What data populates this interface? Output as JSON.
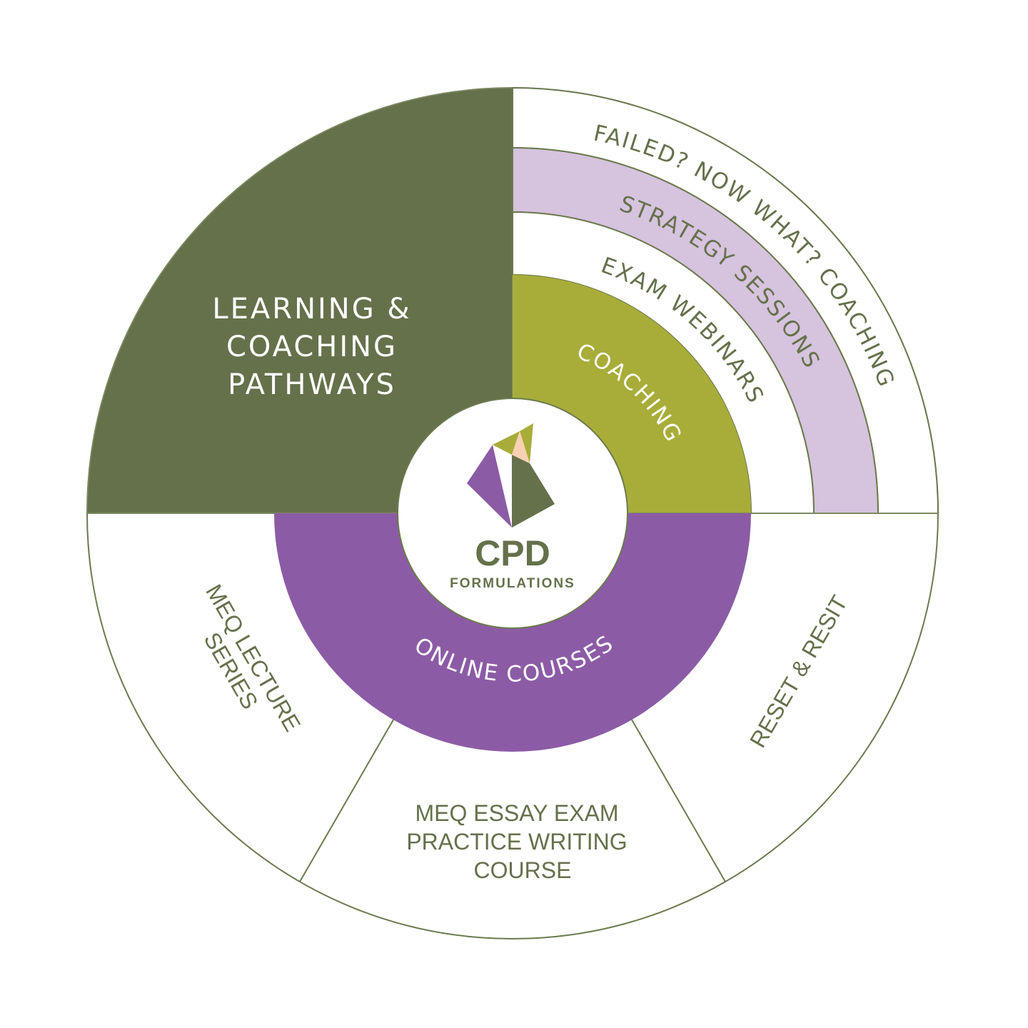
{
  "colors": {
    "dark_green": "#65714b",
    "olive": "#a8ad39",
    "purple": "#8c5ba6",
    "lilac": "#d6c3de",
    "peach": "#f8d0b3",
    "stroke": "#6b7a4e",
    "white": "#ffffff"
  },
  "title": {
    "lines": [
      "LEARNING &",
      "COACHING",
      "PATHWAYS"
    ]
  },
  "logo": {
    "name": "CPD",
    "subtitle": "FORMULATIONS"
  },
  "inner_ring": {
    "coaching": "COACHING",
    "online_courses": "ONLINE COURSES"
  },
  "coaching_rings": {
    "exam_webinars": "EXAM WEBINARS",
    "strategy_sessions": "STRATEGY SESSIONS",
    "failed_coaching": "FAILED? NOW WHAT? COACHING"
  },
  "online_segments": {
    "lecture_series": [
      "MEQ LECTURE",
      "SERIES"
    ],
    "essay_course": [
      "MEQ ESSAY EXAM",
      "PRACTICE WRITING",
      "COURSE"
    ],
    "reset_resit": "RESET & RESIT"
  }
}
